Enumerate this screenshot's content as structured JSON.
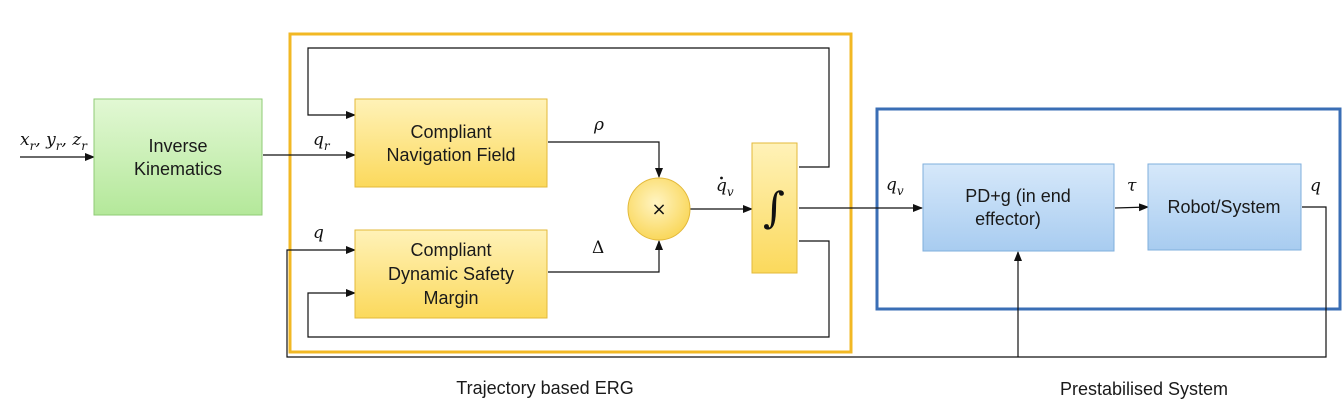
{
  "blocks": {
    "inverse_kinematics": [
      "Inverse",
      "Kinematics"
    ],
    "navigation_field": [
      "Compliant",
      "Navigation Field"
    ],
    "dynamic_safety_margin": [
      "Compliant",
      "Dynamic Safety",
      "Margin"
    ],
    "multiplier": "×",
    "integrator": "∫",
    "pd_controller": [
      "PD+g (in end",
      "effector)"
    ],
    "robot": "Robot/System"
  },
  "signals": {
    "reference_x": "x",
    "reference_x_sub": "r",
    "reference_y": "y",
    "reference_y_sub": "r",
    "reference_z": "z",
    "reference_z_sub": "r",
    "qr": "q",
    "qr_sub": "r",
    "q_input": "q",
    "rho": "ρ",
    "delta": "Δ",
    "qv_dot": "q",
    "qv_dot_sub": "v",
    "qv": "q",
    "qv_sub": "v",
    "tau": "τ",
    "q_output": "q"
  },
  "captions": {
    "erg": "Trajectory based ERG",
    "prestabilised": "Prestabilised System"
  },
  "colors": {
    "erg_frame": "#F2B824",
    "system_frame": "#3A6EB5",
    "green_block": "#C9F0B4",
    "yellow_block": "#FDE58A",
    "blue_block": "#BEDAF5"
  }
}
